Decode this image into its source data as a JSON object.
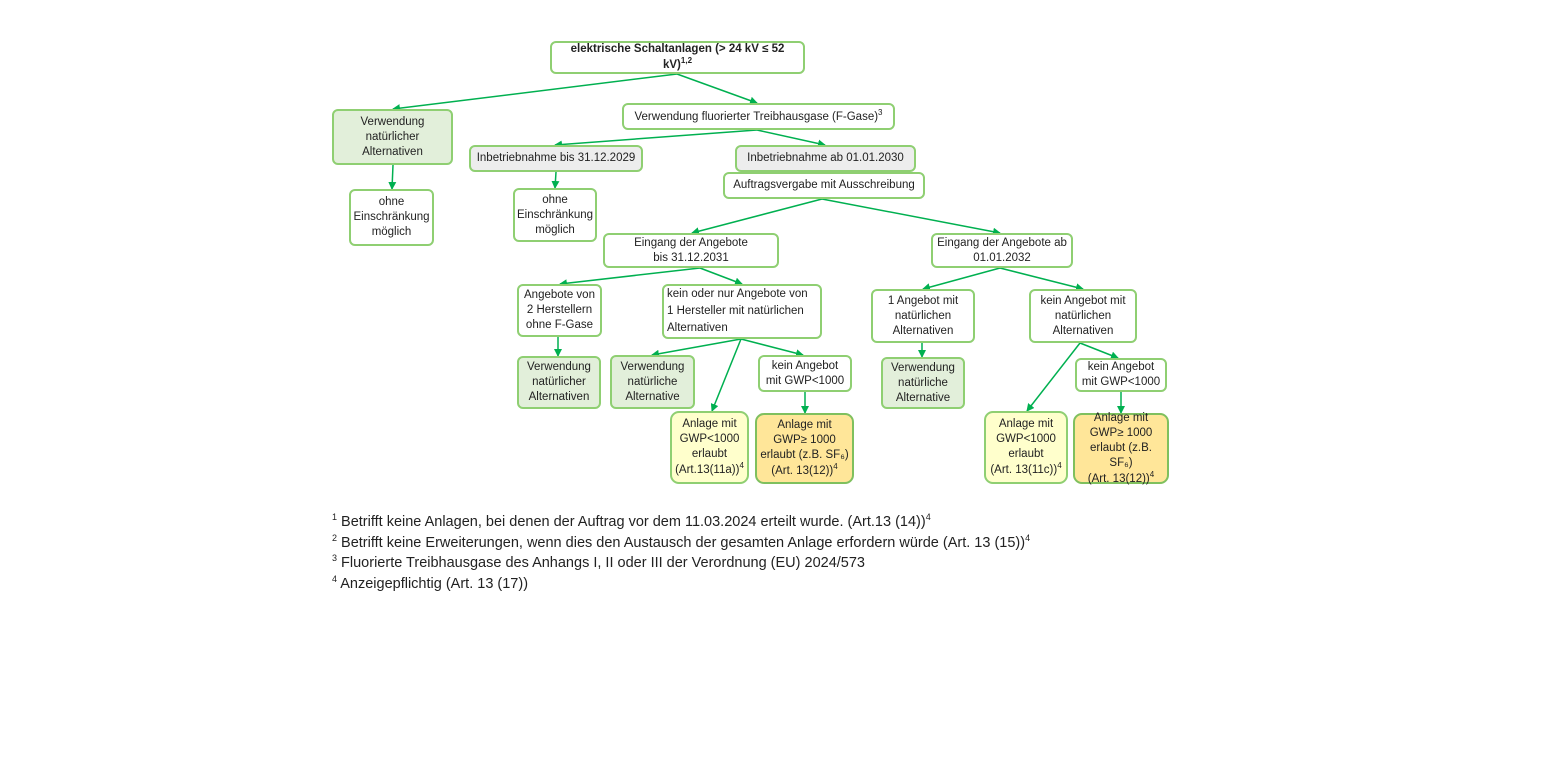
{
  "nodes": {
    "root": {
      "text": "elektrische Schaltanlagen (> 24 kV ≤ 52 kV)",
      "sup": "1,2"
    },
    "natural": {
      "text": "Verwendung\nnatürlicher\nAlternativen"
    },
    "fgas": {
      "text": "Verwendung fluorierter Treibhausgase (F-Gase)",
      "sup": "3"
    },
    "ohne1": {
      "text": "ohne\nEinschränkung\nmöglich"
    },
    "inbetrieb_bis": {
      "text": "Inbetriebnahme bis 31.12.2029"
    },
    "inbetrieb_ab": {
      "text": "Inbetriebnahme ab 01.01.2030"
    },
    "auftrag": {
      "text": "Auftragsvergabe mit Ausschreibung"
    },
    "ohne2": {
      "text": "ohne\nEinschränkung\nmöglich"
    },
    "eingang_bis": {
      "text": "Eingang der Angebote\nbis 31.12.2031"
    },
    "eingang_ab": {
      "text": "Eingang der Angebote ab\n01.01.2032"
    },
    "angebote2": {
      "text": "Angebote von\n2 Herstellern\nohne F-Gase"
    },
    "kein_oder": {
      "text": "kein oder nur Angebote von\n1 Hersteller mit natürlichen\nAlternativen"
    },
    "ein_angebot": {
      "text": "1 Angebot mit\nnatürlichen\nAlternativen"
    },
    "kein_angebot_nat": {
      "text": "kein Angebot mit\nnatürlichen\nAlternativen"
    },
    "vna1": {
      "text": "Verwendung\nnatürlicher\nAlternativen"
    },
    "vna2": {
      "text": "Verwendung\nnatürliche\nAlternative"
    },
    "kein_gwp1": {
      "text": "kein Angebot\nmit GWP<1000"
    },
    "vna3": {
      "text": "Verwendung\nnatürliche\nAlternative"
    },
    "kein_gwp2": {
      "text": "kein Angebot\nmit GWP<1000"
    },
    "anlage_lt1": {
      "text": "Anlage mit\nGWP<1000\nerlaubt\n(Art.13(11a))",
      "sup": "4"
    },
    "anlage_ge1": {
      "text": "Anlage mit\nGWP≥ 1000\nerlaubt (z.B. SF₆)\n(Art. 13(12))",
      "sup": "4"
    },
    "anlage_lt2": {
      "text": "Anlage mit\nGWP<1000\nerlaubt\n(Art. 13(11c))",
      "sup": "4"
    },
    "anlage_ge2": {
      "text": "Anlage mit\nGWP≥ 1000\nerlaubt (z.B. SF₆)\n(Art. 13(12))",
      "sup": "4"
    }
  },
  "footnotes": [
    {
      "num": "1",
      "text": " Betrifft keine Anlagen, bei denen der Auftrag vor dem 11.03.2024 erteilt wurde. (Art.13 (14))",
      "sup": "4"
    },
    {
      "num": "2",
      "text": " Betrifft keine Erweiterungen, wenn dies den Austausch der gesamten Anlage erfordern würde (Art. 13 (15))",
      "sup": "4"
    },
    {
      "num": "3",
      "text": " Fluorierte Treibhausgase des Anhangs I, II oder III der Verordnung (EU) 2024/573",
      "sup": ""
    },
    {
      "num": "4",
      "text": " Anzeigepflichtig (Art. 13 (17))",
      "sup": ""
    }
  ],
  "colors": {
    "arrow": "#00b050",
    "border": "#8fcf72",
    "green_fill": "#e2efda",
    "grey_fill": "#ededed",
    "yellow_fill": "#ffffcc",
    "orange_fill": "#ffe699"
  }
}
